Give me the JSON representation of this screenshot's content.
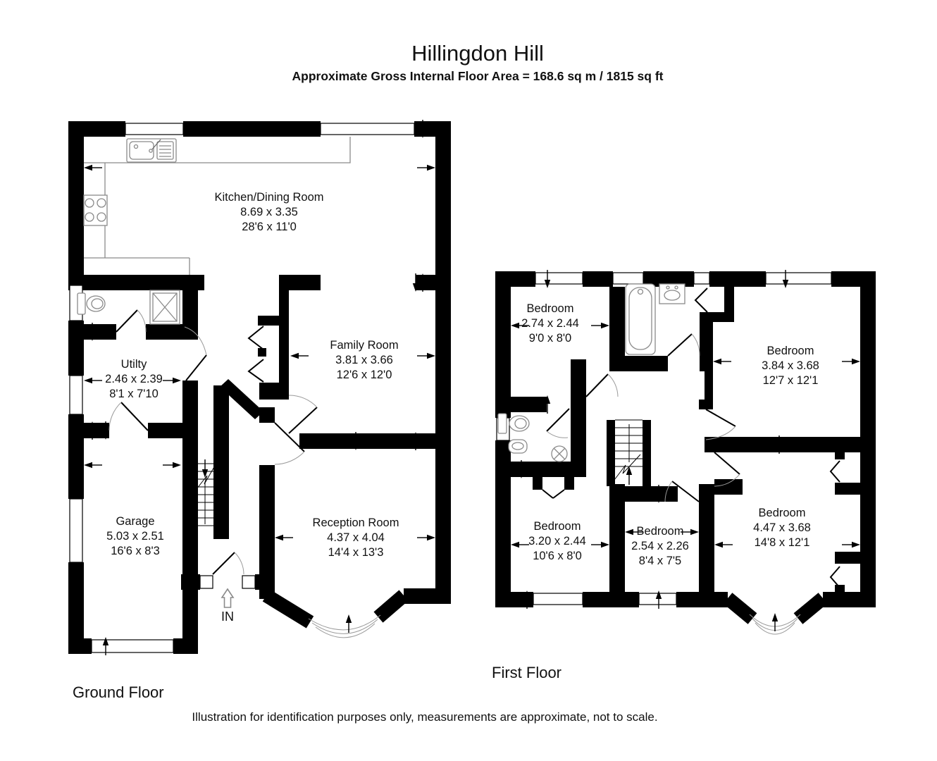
{
  "header": {
    "title": "Hillingdon Hill",
    "subtitle": "Approximate Gross Internal Floor Area  = 168.6 sq m  / 1815 sq ft"
  },
  "ground_floor": {
    "label": "Ground Floor",
    "entrance_label": "IN",
    "rooms": {
      "kitchen": {
        "name": "Kitchen/Dining Room",
        "metric": "8.69 x 3.35",
        "imperial": "28'6 x 11'0"
      },
      "family": {
        "name": "Family Room",
        "metric": "3.81 x 3.66",
        "imperial": "12'6 x 12'0"
      },
      "utility": {
        "name": "Utilty",
        "metric": "2.46 x 2.39",
        "imperial": "8'1 x 7'10"
      },
      "garage": {
        "name": "Garage",
        "metric": "5.03 x 2.51",
        "imperial": "16'6 x 8'3"
      },
      "reception": {
        "name": "Reception Room",
        "metric": "4.37 x 4.04",
        "imperial": "14'4 x 13'3"
      }
    }
  },
  "first_floor": {
    "label": "First Floor",
    "rooms": {
      "bedroom_top_left": {
        "name": "Bedroom",
        "metric": "2.74 x 2.44",
        "imperial": "9'0 x 8'0"
      },
      "bedroom_top_right": {
        "name": "Bedroom",
        "metric": "3.84 x 3.68",
        "imperial": "12'7 x 12'1"
      },
      "bedroom_bottom_left": {
        "name": "Bedroom",
        "metric": "3.20 x 2.44",
        "imperial": "10'6 x 8'0"
      },
      "bedroom_bottom_middle": {
        "name": "Bedroom",
        "metric": "2.54 x 2.26",
        "imperial": "8'4 x 7'5"
      },
      "bedroom_bottom_right": {
        "name": "Bedroom",
        "metric": "4.47 x 3.68",
        "imperial": "14'8 x 12'1"
      }
    }
  },
  "footer": {
    "disclaimer": "Illustration for identification purposes only, measurements are approximate, not to scale."
  },
  "colors": {
    "walls": "#000000",
    "background": "#ffffff",
    "fixtures": "#8a8a8a",
    "text": "#111111"
  }
}
